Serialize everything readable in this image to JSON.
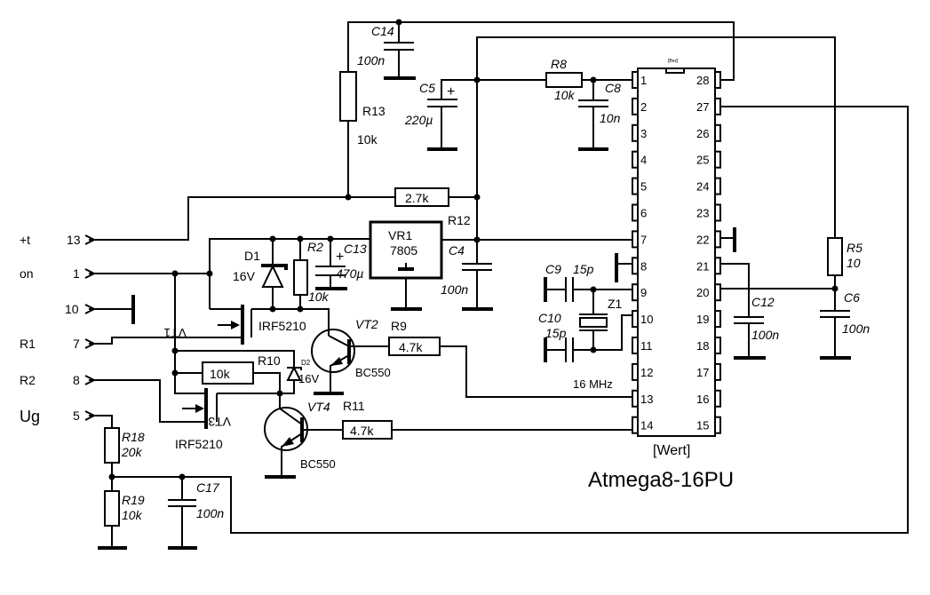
{
  "connectors": [
    {
      "name": "+t",
      "pin": "13"
    },
    {
      "name": "on",
      "pin": "1"
    },
    {
      "name": "",
      "pin": "10"
    },
    {
      "name": "R1",
      "pin": "7"
    },
    {
      "name": "R2",
      "pin": "8"
    },
    {
      "name": "Ug",
      "pin": "5"
    }
  ],
  "components": {
    "c14": {
      "ref": "C14",
      "value": "100n"
    },
    "r13": {
      "ref": "R13",
      "value": "10k"
    },
    "c5": {
      "ref": "C5",
      "value": "220µ",
      "polarity": "+"
    },
    "r8": {
      "ref": "R8",
      "value": "10k"
    },
    "c8": {
      "ref": "C8",
      "value": "10n"
    },
    "r12": {
      "ref": "R12",
      "value": "2.7k"
    },
    "vr1": {
      "ref": "VR1",
      "value": "7805"
    },
    "c4": {
      "ref": "C4",
      "value": "100n"
    },
    "d1": {
      "ref": "D1",
      "value": "16V"
    },
    "r2": {
      "ref": "R2",
      "value": "10k"
    },
    "c13": {
      "ref": "C13",
      "value": "470µ",
      "polarity": "+"
    },
    "vt1": {
      "ref": "VT1",
      "value": "IRF5210"
    },
    "vt2": {
      "ref": "VT2",
      "value": "BC550"
    },
    "r9": {
      "ref": "R9",
      "value": "4.7k"
    },
    "r10": {
      "ref": "R10",
      "value": "10k"
    },
    "d2": {
      "ref": "D2",
      "value": "16V"
    },
    "vt3": {
      "ref": "VT3",
      "value": "IRF5210"
    },
    "vt4": {
      "ref": "VT4",
      "value": "BC550"
    },
    "r11": {
      "ref": "R11",
      "value": "4.7k"
    },
    "r18": {
      "ref": "R18",
      "value": "20k"
    },
    "r19": {
      "ref": "R19",
      "value": "10k"
    },
    "c17": {
      "ref": "C17",
      "value": "100n"
    },
    "c9": {
      "ref": "C9",
      "value": "15p"
    },
    "c10": {
      "ref": "C10",
      "value": "15p"
    },
    "z1": {
      "ref": "Z1",
      "value": "16 MHz"
    },
    "c12": {
      "ref": "C12",
      "value": "100n"
    },
    "r5": {
      "ref": "R5",
      "value": "10"
    },
    "c6": {
      "ref": "C6",
      "value": "100n"
    }
  },
  "chip": {
    "bez": "[Bez]",
    "wert": "[Wert]",
    "name": "Atmega8-16PU",
    "pins_left": [
      "1",
      "2",
      "3",
      "4",
      "5",
      "6",
      "7",
      "8",
      "9",
      "10",
      "11",
      "12",
      "13",
      "14"
    ],
    "pins_right": [
      "28",
      "27",
      "26",
      "25",
      "24",
      "23",
      "22",
      "21",
      "20",
      "19",
      "18",
      "17",
      "16",
      "15"
    ]
  }
}
